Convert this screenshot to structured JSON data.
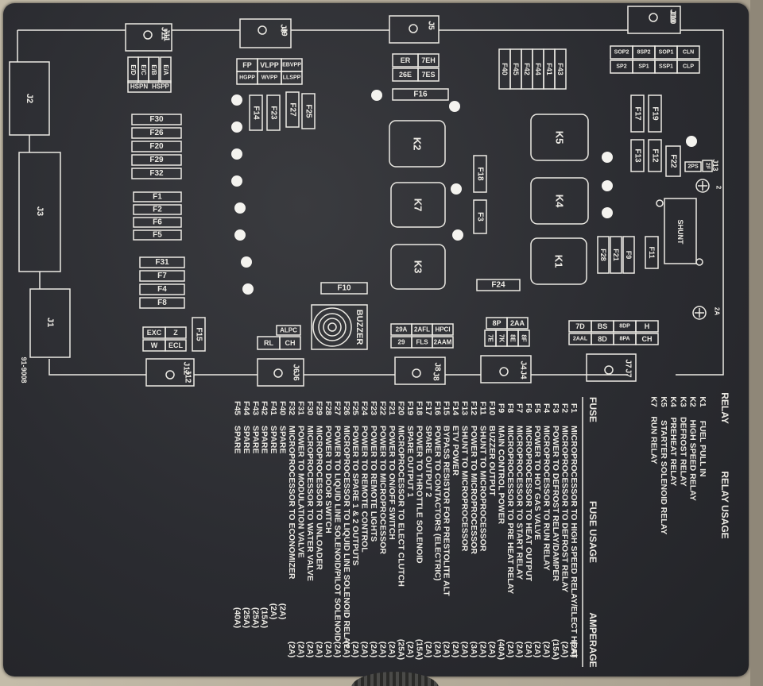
{
  "colors": {
    "panel": "#2b2c31",
    "print": "#eceae4"
  },
  "connectors": [
    "J1",
    "J2",
    "J3",
    "J4",
    "J5",
    "J6",
    "J7",
    "J8",
    "J9",
    "J10",
    "J11",
    "J12",
    "J13"
  ],
  "relays": [
    "K1",
    "K2",
    "K3",
    "K4",
    "K5",
    "K7"
  ],
  "fuse_labels": {
    "stack": [
      "F30",
      "F26",
      "F20",
      "F29",
      "F32"
    ],
    "stack2": [
      "F1",
      "F2",
      "F6",
      "F5"
    ],
    "stack3": [
      "F31",
      "F7",
      "F4",
      "F8"
    ],
    "top_vert": [
      "F14",
      "F23",
      "F27",
      "F25"
    ],
    "f16": "F16",
    "f10": "F10",
    "f24": "F24",
    "f18": "F18",
    "f3": "F3",
    "f15": "F15",
    "right_top": [
      "F40",
      "F45",
      "F42",
      "F44",
      "F41",
      "F43"
    ],
    "right_mid": [
      "F17",
      "F19",
      "F13",
      "F12",
      "F22"
    ],
    "right_low": [
      "F28",
      "F21",
      "F9",
      "F11"
    ]
  },
  "label_blocks": {
    "e_block": [
      "E/A",
      "E/B",
      "E/C",
      "E/D"
    ],
    "hsp": [
      "HSPN",
      "HSPP"
    ],
    "fp_row1": [
      "FP",
      "VLPP",
      "EBVPP"
    ],
    "fp_row2": [
      "HGPP",
      "WVPP",
      "LLSPP"
    ],
    "er_row1": [
      "ER",
      "7EH"
    ],
    "er_row2": [
      "26E",
      "7ES"
    ],
    "sop_row1": [
      "SOP2",
      "8SP2",
      "SOP1",
      "CLN"
    ],
    "sop_row2": [
      "SP2",
      "SP1",
      "SSP1",
      "CLP"
    ],
    "exc_row1": [
      "EXC",
      "Z"
    ],
    "exc_row2": [
      "W",
      "ECL"
    ],
    "alpc": [
      "ALPC"
    ],
    "rl_row": [
      "RL",
      "CH"
    ],
    "blk29_row1": [
      "29A",
      "2AFL",
      "HPCI"
    ],
    "blk29_row2": [
      "29",
      "FLS",
      "2AAM"
    ],
    "blk8p_row": [
      "8P",
      "2AA"
    ],
    "blk7e": [
      "7E",
      "7K",
      "8E",
      "8F"
    ],
    "blk7d_row1": [
      "7D",
      "BS",
      "8DP",
      "H"
    ],
    "blk7d_row2": [
      "2AAL",
      "8D",
      "8PA",
      "CH"
    ],
    "shunt": "SHUNT",
    "buzzer": "BUZZER",
    "small": [
      "2PS",
      "2F",
      "2",
      "2A"
    ],
    "part_no": "91-9008"
  },
  "relay_usage": {
    "title": "RELAY",
    "title2": "RELAY USAGE",
    "items": [
      [
        "K1",
        "FUEL PULL IN"
      ],
      [
        "K2",
        "HIGH SPEED RELAY"
      ],
      [
        "K3",
        "DEFROST RELAY"
      ],
      [
        "K4",
        "PREHEAT RELAY"
      ],
      [
        "K5",
        "STARTER SOLENOID RELAY"
      ],
      [
        "K7",
        "RUN RELAY"
      ]
    ]
  },
  "fuse_usage": {
    "h_fuse": "FUSE",
    "h_usage": "FUSE USAGE",
    "h_amp": "AMPERAGE",
    "items": [
      [
        "F1",
        "MICROPROCESSOR TO HIGH SPEED RELAY/ELECT HEAT",
        "(2A)"
      ],
      [
        "F2",
        "MICROPROCESSOR TO DEFROST RELAY",
        "(2A)"
      ],
      [
        "F3",
        "POWER TO DEFROST RELAY/DAMPER",
        "(15A)"
      ],
      [
        "F4",
        "MICROPROCESSOR TO RUN RELAY",
        "(2A)"
      ],
      [
        "F5",
        "POWER TO HOT GAS VALVE",
        "(2A)"
      ],
      [
        "F6",
        "MICROPROCESSOR TO HEAT OUTPUT",
        "(2A)"
      ],
      [
        "F7",
        "MICROPROCESSOR TO START RELAY",
        "(2A)"
      ],
      [
        "F8",
        "MICROPROCESSOR TO PRE HEAT RELAY",
        "(2A)"
      ],
      [
        "F9",
        "MAIN CONTROL POWER",
        "(40A)"
      ],
      [
        "F10",
        "BUZZER OUTPUT",
        "(2A)"
      ],
      [
        "F11",
        "SHUNT TO MICROPROCESSOR",
        "(2A)"
      ],
      [
        "F12",
        "POWER TO MICROPROCESSOR",
        "(3A)"
      ],
      [
        "F13",
        "SHUNT TO MICROPROCESSOR",
        "(2A)"
      ],
      [
        "F14",
        "ETV POWER",
        "(2A)"
      ],
      [
        "F15",
        "BYPASS RESISTOR FOR PRESTOLITE ALT",
        "(2A)"
      ],
      [
        "F16",
        "POWER TO CONTACTORS (ELECTRIC)",
        "(2A)"
      ],
      [
        "F17",
        "SPARE OUTPUT 2",
        "(2A)"
      ],
      [
        "F18",
        "POWER TO THROTTLE SOLENOID",
        "(15A)"
      ],
      [
        "F19",
        "SPARE OUTPUT 1",
        "(2A)"
      ],
      [
        "F20",
        "MICROPROCESSOR TO ELECT CLUTCH",
        "(25A)"
      ],
      [
        "F21",
        "POWER TO ON/OFF SWITCH",
        "(2A)"
      ],
      [
        "F22",
        "POWER TO MICROPROCESSOR",
        "(2A)"
      ],
      [
        "F23",
        "POWER TO REMOTE LIGHTS",
        "(2A)"
      ],
      [
        "F24",
        "POWER TO REMOTE CONTROL",
        "(2A)"
      ],
      [
        "F25",
        "POWER TO SPARE 1 & 2 OUTPUTS",
        "(2A)"
      ],
      [
        "F26",
        "MICROPROCESSOR TO LIQUID LINE SOLENOID RELAY",
        "(2A)"
      ],
      [
        "F27",
        "POWER TO LIQUID LINE SOLENOID/PILOT SOLENOID",
        "(2A)"
      ],
      [
        "F28",
        "POWER TO DOOR SWITCH",
        "(2A)"
      ],
      [
        "F29",
        "MICROPROCESSOR TO UNLOADER",
        "(2A)"
      ],
      [
        "F30",
        "MICROPROCESSOR TO WATER VALVE",
        "(2A)"
      ],
      [
        "F31",
        "POWER TO MODULATION VALVE",
        "(2A)"
      ],
      [
        "F32",
        "MICROPROCESSOR TO ECONOMIZER",
        "(2A)"
      ],
      [
        "F40",
        "SPARE",
        "(2A)"
      ],
      [
        "F41",
        "SPARE",
        "(2A)"
      ],
      [
        "F42",
        "SPARE",
        "(15A)"
      ],
      [
        "F43",
        "SPARE",
        "(25A)"
      ],
      [
        "F44",
        "SPARE",
        "(25A)"
      ],
      [
        "F45",
        "SPARE",
        "(40A)"
      ]
    ]
  }
}
